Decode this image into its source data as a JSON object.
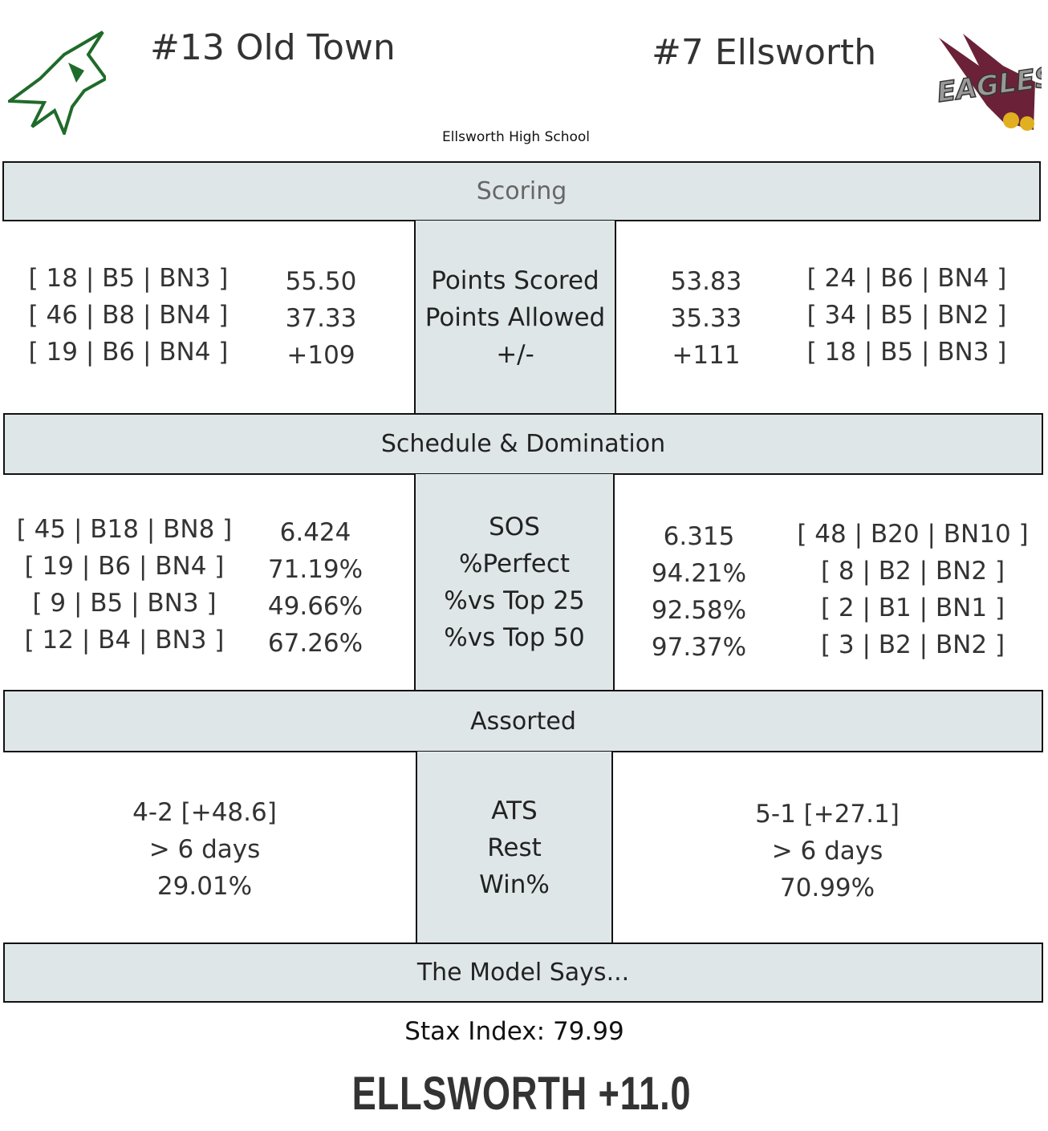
{
  "header": {
    "home_title": "#13 Old Town",
    "away_title": "#7 Ellsworth",
    "venue": "Ellsworth High School",
    "home_logo": "wolf-logo",
    "away_logo": "eagles-logo",
    "home_color": "#1f6b2a",
    "away_color": "#6b2238"
  },
  "scoring": {
    "title": "Scoring",
    "labels": [
      "Points Scored",
      "Points Allowed",
      "+/-"
    ],
    "home_ranks": [
      "[ 18 | B5 | BN3 ]",
      "[ 46 | B8 | BN4 ]",
      "[ 19 | B6 | BN4 ]"
    ],
    "home_values": [
      "55.50",
      "37.33",
      "+109"
    ],
    "away_values": [
      "53.83",
      "35.33",
      "+111"
    ],
    "away_ranks": [
      "[ 24 | B6 | BN4 ]",
      "[ 34 | B5 | BN2 ]",
      "[ 18 | B5 | BN3 ]"
    ]
  },
  "schedule": {
    "title": "Schedule & Domination",
    "labels": [
      "SOS",
      "%Perfect",
      "%vs Top 25",
      "%vs Top 50"
    ],
    "home_ranks": [
      "[ 45 | B18 | BN8 ]",
      "[ 19 | B6 | BN4 ]",
      "[ 9 | B5 | BN3 ]",
      "[ 12 | B4 | BN3 ]"
    ],
    "home_values": [
      "6.424",
      "71.19%",
      "49.66%",
      "67.26%"
    ],
    "away_values": [
      "6.315",
      "94.21%",
      "92.58%",
      "97.37%"
    ],
    "away_ranks": [
      "[ 48 | B20 | BN10 ]",
      "[ 8 | B2 | BN2 ]",
      "[ 2 | B1 | BN1 ]",
      "[ 3 | B2 | BN2 ]"
    ]
  },
  "assorted": {
    "title": "Assorted",
    "labels": [
      "ATS",
      "Rest",
      "Win%"
    ],
    "home_values": [
      "4-2  [+48.6]",
      "> 6 days",
      "29.01%"
    ],
    "away_values": [
      "5-1  [+27.1]",
      "> 6 days",
      "70.99%"
    ]
  },
  "model": {
    "title": "The Model Says...",
    "stax": "Stax Index: 79.99",
    "pick": "ELLSWORTH +11.0"
  }
}
